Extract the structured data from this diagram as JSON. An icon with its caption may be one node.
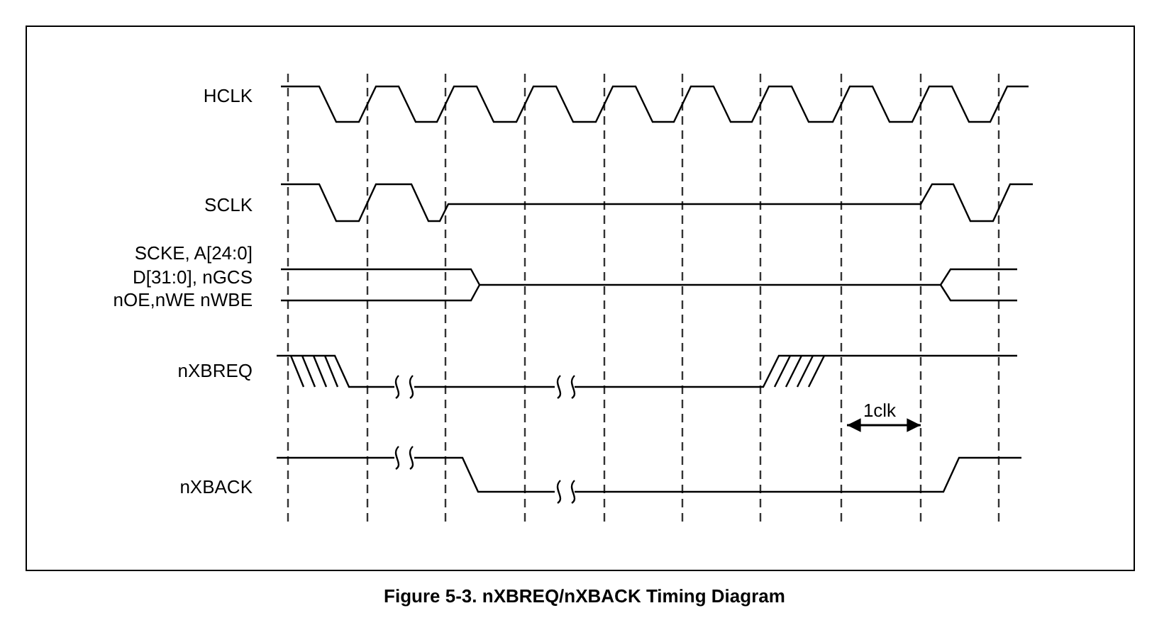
{
  "diagram": {
    "caption": "Figure 5-3. nXBREQ/nXBACK Timing Diagram",
    "labels": [
      "HCLK",
      "SCLK",
      "SCKE, A[24:0] D[31:0], nGCS nOE,nWE nWBE",
      "nXBREQ",
      "1clk",
      "nXBACK"
    ]
  }
}
